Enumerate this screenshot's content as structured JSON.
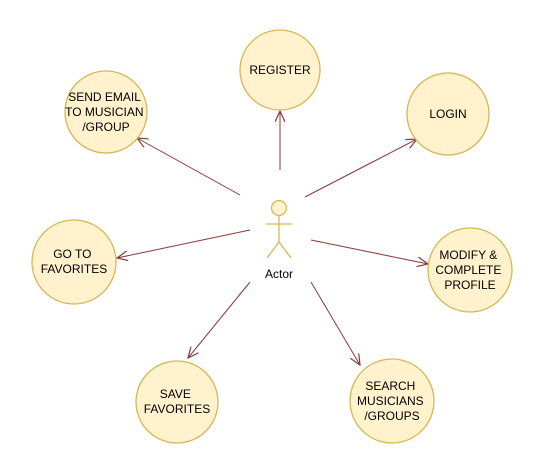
{
  "colors": {
    "usecase_fill": "#FFF2CC",
    "usecase_stroke": "#D6B656",
    "edge_stroke": "#8B3A3A",
    "actor_fill": "#FFF2CC",
    "actor_stroke": "#D6B656"
  },
  "actor": {
    "label": "Actor"
  },
  "usecases": [
    {
      "id": "register",
      "lines": [
        "REGISTER"
      ]
    },
    {
      "id": "login",
      "lines": [
        "LOGIN"
      ]
    },
    {
      "id": "send-email",
      "lines": [
        "SEND EMAIL",
        "TO MUSICIAN",
        "/GROUP"
      ]
    },
    {
      "id": "go-to-favorites",
      "lines": [
        "GO TO",
        "FAVORITES"
      ]
    },
    {
      "id": "modify-profile",
      "lines": [
        "MODIFY &",
        "COMPLETE",
        "PROFILE"
      ]
    },
    {
      "id": "save-favorites",
      "lines": [
        "SAVE",
        "FAVORITES"
      ]
    },
    {
      "id": "search-musicians",
      "lines": [
        "SEARCH",
        "MUSICIANS",
        "/GROUPS"
      ]
    }
  ]
}
